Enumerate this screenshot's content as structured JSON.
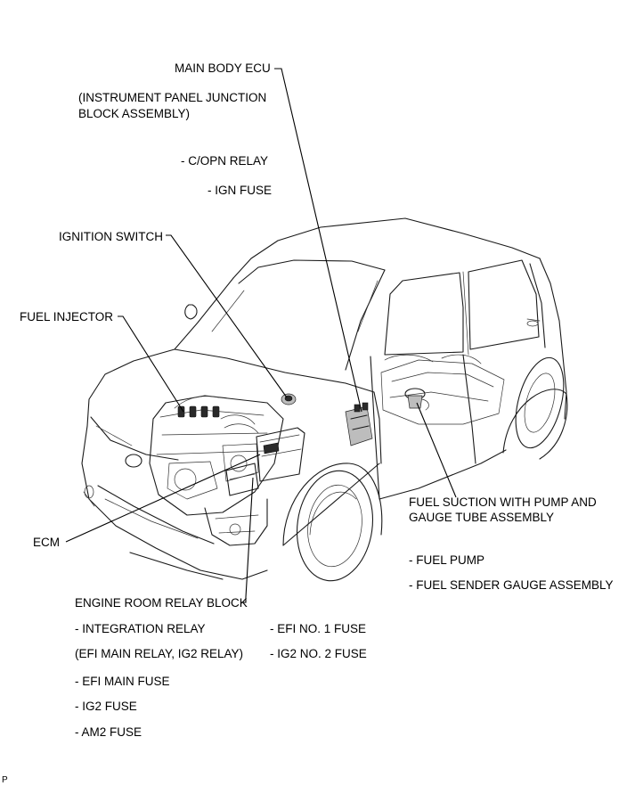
{
  "labels": {
    "main_body_ecu": "MAIN BODY ECU",
    "instrument_panel_line1": "(INSTRUMENT PANEL JUNCTION",
    "instrument_panel_line2": "BLOCK ASSEMBLY)",
    "copn_relay": "- C/OPN RELAY",
    "ign_fuse": "- IGN FUSE",
    "ignition_switch": "IGNITION SWITCH",
    "fuel_injector": "FUEL INJECTOR",
    "ecm": "ECM",
    "fuel_suction_line1": "FUEL SUCTION WITH PUMP AND",
    "fuel_suction_line2": "GAUGE TUBE ASSEMBLY",
    "fuel_pump": "- FUEL PUMP",
    "fuel_sender": "- FUEL SENDER GAUGE ASSEMBLY",
    "engine_room_relay_block": "ENGINE ROOM RELAY BLOCK",
    "integration_relay": "- INTEGRATION RELAY",
    "efi_ig2_relay": "(EFI MAIN RELAY, IG2 RELAY)",
    "efi_main_fuse": "- EFI MAIN FUSE",
    "ig2_fuse": "- IG2 FUSE",
    "am2_fuse": "- AM2 FUSE",
    "efi_no1_fuse": "- EFI NO. 1 FUSE",
    "ig2_no2_fuse": "- IG2 NO. 2 FUSE",
    "corner_mark": "P"
  }
}
